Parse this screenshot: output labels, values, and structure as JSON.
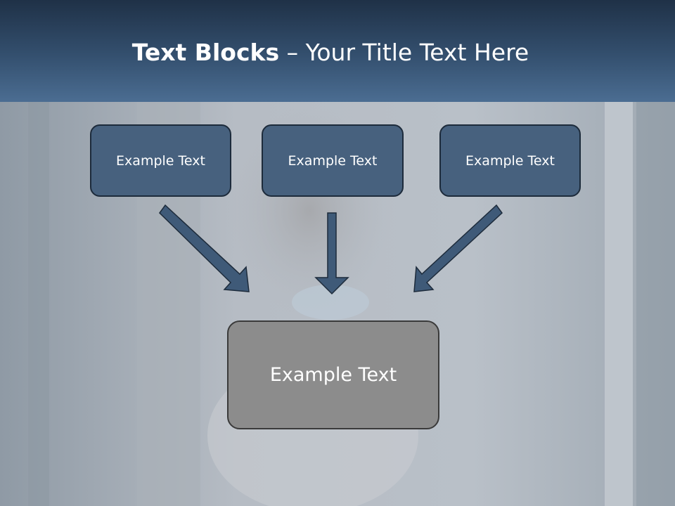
{
  "slide": {
    "title_bold": "Text Blocks",
    "title_dash": " – ",
    "title_rest": "Your Title Text Here"
  },
  "blocks": [
    {
      "label": "Example Text"
    },
    {
      "label": "Example Text"
    },
    {
      "label": "Example Text"
    }
  ],
  "result_block": {
    "label": "Example Text"
  },
  "colors": {
    "header_dark": "#1f3147",
    "header_light": "#4b6d92",
    "box_fill": "#47617e",
    "box_border": "#1d2b3b",
    "result_fill": "#8c8c8c",
    "arrow": "#3f5a78"
  }
}
